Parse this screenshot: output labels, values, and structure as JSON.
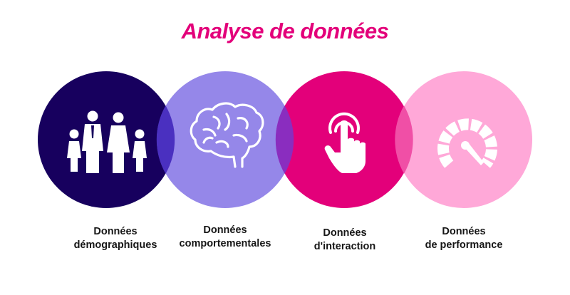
{
  "title": "Analyse de données",
  "colors": {
    "title": "#e3007a",
    "label": "#161616"
  },
  "items": [
    {
      "icon": "family-icon",
      "color": "#17005e",
      "label_line1": "Données",
      "label_line2": "démographiques"
    },
    {
      "icon": "brain-icon",
      "color": "#8f81e8",
      "label_line1": "Données",
      "label_line2": "comportementales"
    },
    {
      "icon": "touch-hand-icon",
      "color": "#e3007a",
      "label_line1": "Données",
      "label_line2": "d'interaction"
    },
    {
      "icon": "speedometer-icon",
      "color": "#ffa8d8",
      "label_line1": "Données",
      "label_line2": "de performance"
    }
  ]
}
